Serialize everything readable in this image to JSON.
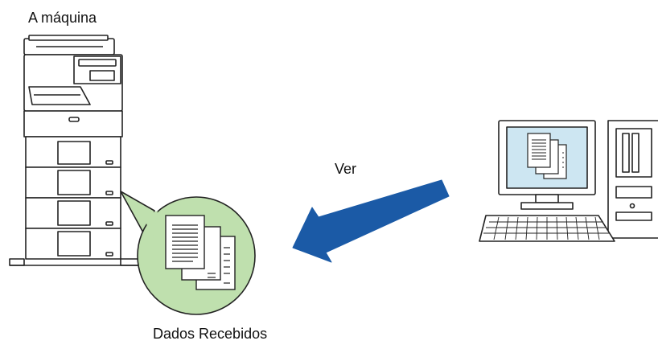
{
  "labels": {
    "machine": "A máquina",
    "view": "Ver",
    "received": "Dados Recebidos"
  },
  "colors": {
    "arrow": "#1b5aa6",
    "bubble_fill": "#bfe0ae",
    "screen_fill": "#cde6f2",
    "outline": "#222222",
    "device_fill": "#ffffff"
  },
  "icons": [
    "multifunction-printer-icon",
    "desktop-computer-icon",
    "documents-icon",
    "speech-bubble-icon",
    "arrow-icon"
  ]
}
